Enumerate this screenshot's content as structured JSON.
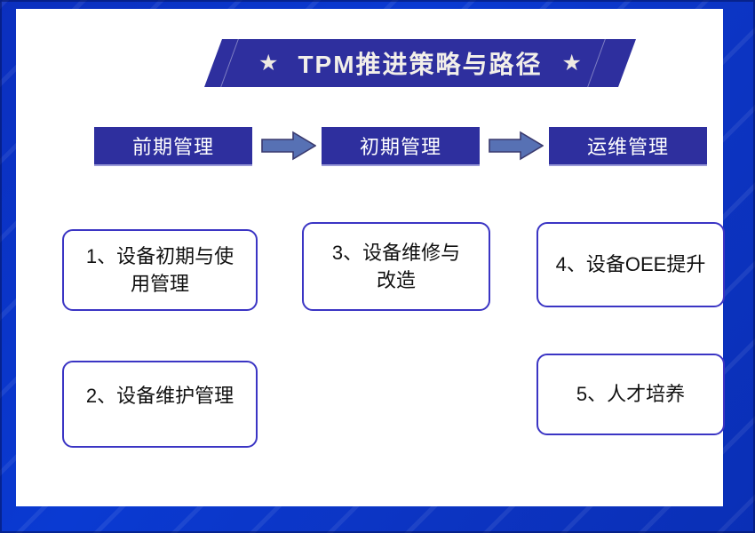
{
  "banner": {
    "title": "TPM推进策略与路径",
    "left_star": "★",
    "right_star": "★",
    "background_color": "#2E2F9E",
    "text_color": "#F2EFE9"
  },
  "frame": {
    "color": "#0A37C8",
    "canvas_color": "#FFFFFF"
  },
  "stages": [
    {
      "label": "前期管理"
    },
    {
      "label": "初期管理"
    },
    {
      "label": "运维管理"
    }
  ],
  "arrows": [
    {
      "name": "arrow-stage1-to-stage2"
    },
    {
      "name": "arrow-stage2-to-stage3"
    }
  ],
  "boxes": [
    {
      "text": "1、设备初期与使\n用管理",
      "column": 1
    },
    {
      "text": "2、设备维护管理",
      "column": 1
    },
    {
      "text": "3、设备维修与\n改造",
      "column": 2
    },
    {
      "text": "4、设备OEE提升",
      "column": 3
    },
    {
      "text": "5、人才培养",
      "column": 3
    }
  ],
  "style": {
    "box_border_color": "#3B35C4",
    "header_color": "#2E2F9E",
    "arrow_fill": "#5771B4",
    "arrow_stroke": "#3A3A6E"
  }
}
